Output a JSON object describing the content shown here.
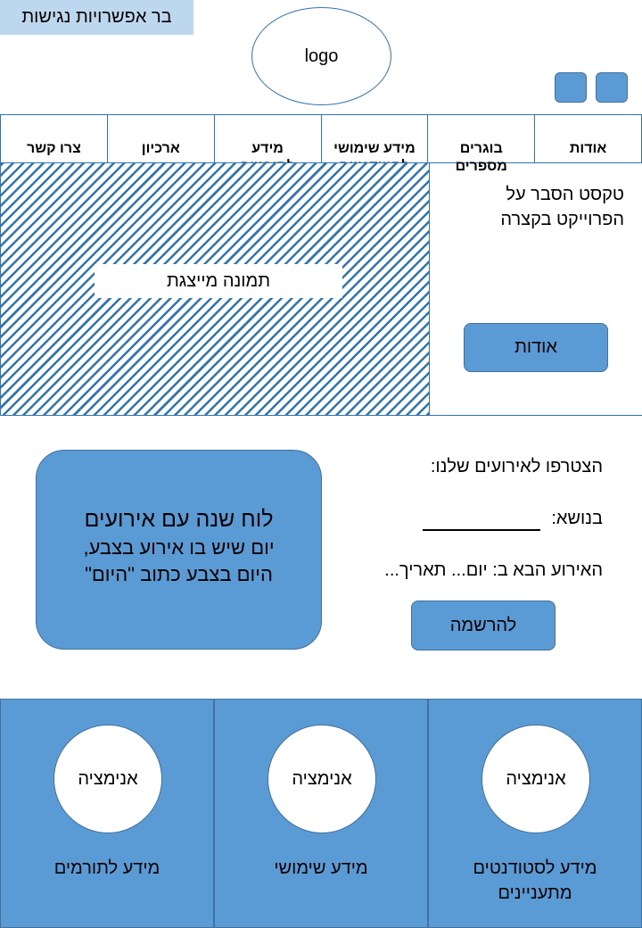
{
  "accessibility_bar": {
    "label": "בר אפשרויות נגישות"
  },
  "logo": {
    "label": "logo"
  },
  "nav": {
    "items": [
      {
        "label": "אודות"
      },
      {
        "label": "בוגרים\nמספרים"
      },
      {
        "label": "מידע שימושי\nלסטודנטים"
      },
      {
        "label": "מידע\nלתורמים"
      },
      {
        "label": "ארכיון"
      },
      {
        "label": "צרו קשר"
      }
    ]
  },
  "hero": {
    "image_label": "תמונה מייצגת",
    "text": "טקסט הסבר על הפרוייקט בקצרה",
    "button_label": "אודות"
  },
  "events": {
    "calendar_title": "לוח שנה עם אירועים",
    "calendar_desc": "יום שיש בו אירוע בצבע,\nהיום בצבע כתוב \"היום\"",
    "join": "הצטרפו לאירועים שלנו:",
    "topic": "בנושא:",
    "next_event": "האירוע הבא ב: יום... תאריך...",
    "register_label": "להרשמה"
  },
  "cards": [
    {
      "circle": "אנימציה",
      "label": "מידע לסטודנטים\nמתעניינים"
    },
    {
      "circle": "אנימציה",
      "label": "מידע שימושי"
    },
    {
      "circle": "אנימציה",
      "label": "מידע לתורמים"
    }
  ],
  "colors": {
    "accent": "#5b9bd5",
    "border": "#2e75b6",
    "light": "#bdd7ee"
  }
}
